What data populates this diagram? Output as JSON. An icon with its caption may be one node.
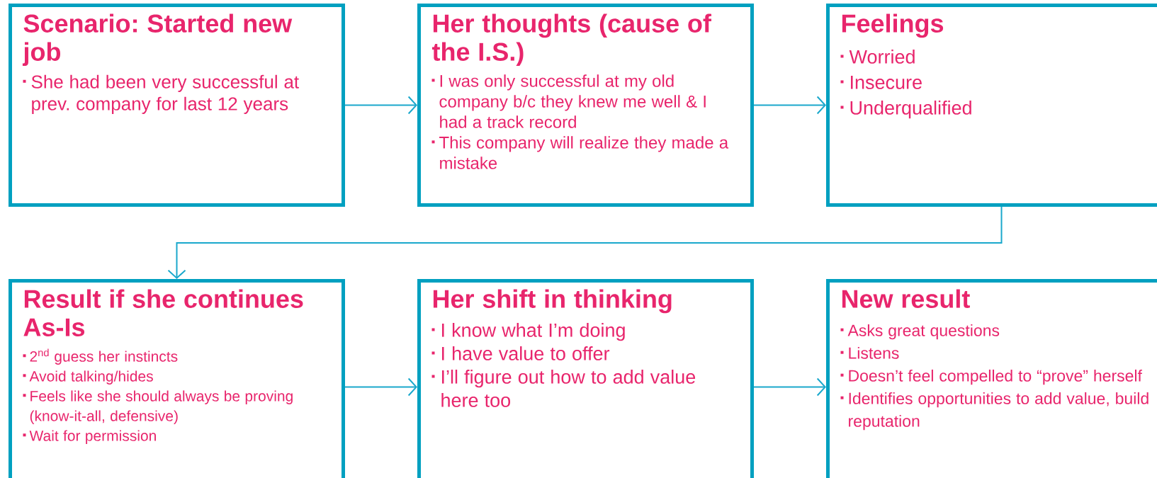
{
  "diagram": {
    "nodes": [
      {
        "text": [
          "Scenario: Started new job",
          "She had been very successful at prev. company for last 12 years"
        ]
      },
      {
        "text": [
          "Her thoughts (cause of the I.S.)",
          "I was only successful at my old company b/c they knew me well & I had a track record",
          "This company will realize they made a mistake"
        ]
      },
      {
        "text": [
          "Feelings",
          "Worried",
          "Insecure",
          "Underqualified"
        ]
      },
      {
        "text": [
          "Result if she continues As-Is",
          "2$^{nd}$ guess her instincts",
          "Avoid talking/hides",
          "Feels like she should always be proving (know-it-all, defensive)",
          "Wait for permission"
        ]
      },
      {
        "text": [
          "Her shift in thinking",
          "I know what I’m doing",
          "I have value to offer",
          "I’ll figure out how to add value here too"
        ]
      },
      {
        "text": [
          "New result",
          "Asks great questions",
          "Listens",
          "Doesn’t feel compelled to “prove” herself",
          "Identifies opportunities to add value, build reputation"
        ]
      }
    ],
    "edges": [
      {
        "from": 0,
        "to": 1,
        "arrow": "to"
      },
      {
        "from": 1,
        "to": 2,
        "arrow": "to"
      },
      {
        "from": 2,
        "to": 3,
        "arrow": "to"
      },
      {
        "from": 3,
        "to": 4,
        "arrow": "to"
      },
      {
        "from": 4,
        "to": 5,
        "arrow": "to"
      }
    ]
  }
}
